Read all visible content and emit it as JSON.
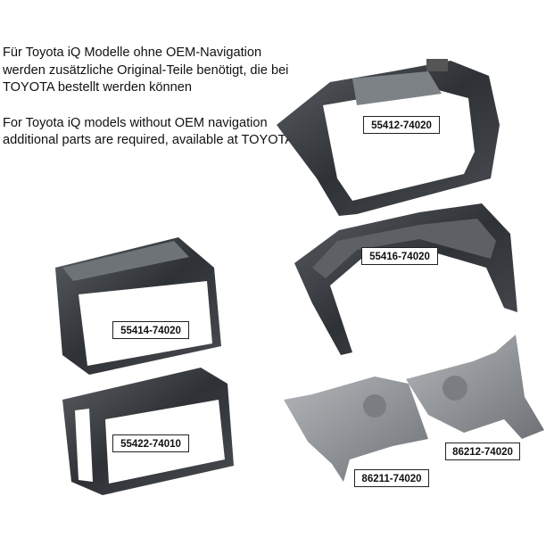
{
  "notes": {
    "german": "Für Toyota iQ Modelle ohne OEM-Navigation werden zusätzliche Original-Teile benötigt, die bei TOYOTA bestellt werden können",
    "english": "For Toyota iQ models without OEM navigation additional parts are required, available at TOYOTA"
  },
  "parts": {
    "bezel_top": "55412-74020",
    "bracket_frame": "55416-74020",
    "upper_trim": "55414-74020",
    "lower_trim": "55422-74010",
    "right_bracket": "86212-74020",
    "left_bracket": "86211-74020"
  },
  "colors": {
    "part_dark": "#3f4246",
    "part_mid": "#6c7075",
    "metal": "#8e9296",
    "label_border": "#222222"
  }
}
